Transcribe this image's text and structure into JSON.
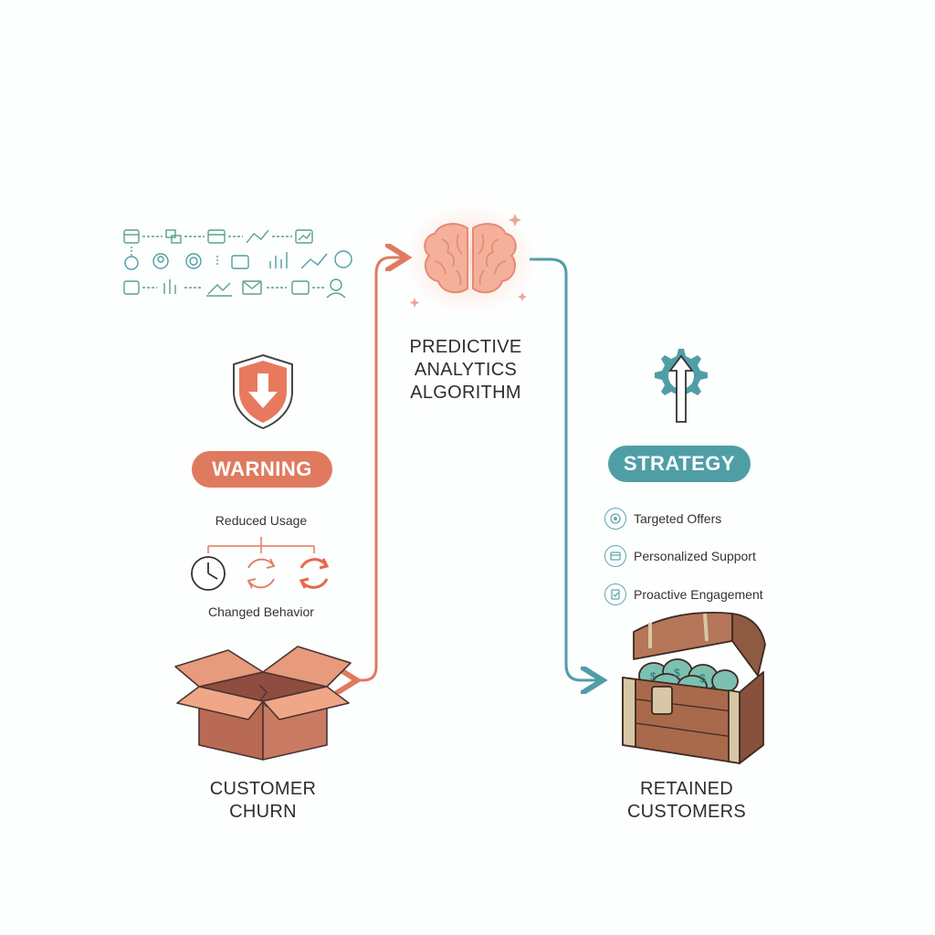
{
  "colors": {
    "warning": "#e07a5f",
    "strategy": "#4f9ea6",
    "brain": "#f2a58c",
    "box": "#d9826a",
    "chest_wood": "#a66a4b",
    "coins": "#6fb3a8",
    "text": "#2e2e2e"
  },
  "center": {
    "title_line1": "PREDICTIVE",
    "title_line2": "ANALYTICS",
    "title_line3": "ALGORITHM",
    "icon": "brain-icon"
  },
  "left": {
    "warning_label": "WARNING",
    "warning_icon": "shield-down-arrow-icon",
    "signal_top": "Reduced Usage",
    "signal_bottom": "Changed Behavior",
    "signal_icons": [
      "clock-icon",
      "refresh-icon",
      "refresh-alert-icon"
    ],
    "caption_line1": "CUSTOMER",
    "caption_line2": "CHURN",
    "image_icon": "open-box-icon"
  },
  "right": {
    "strategy_label": "STRATEGY",
    "strategy_icon": "gear-up-arrow-icon",
    "items": [
      {
        "label": "Targeted Offers",
        "icon": "target-icon"
      },
      {
        "label": "Personalized Support",
        "icon": "support-icon"
      },
      {
        "label": "Proactive Engagement",
        "icon": "engagement-icon"
      }
    ],
    "caption_line1": "RETAINED",
    "caption_line2": "CUSTOMERS",
    "image_icon": "treasure-chest-icon"
  }
}
